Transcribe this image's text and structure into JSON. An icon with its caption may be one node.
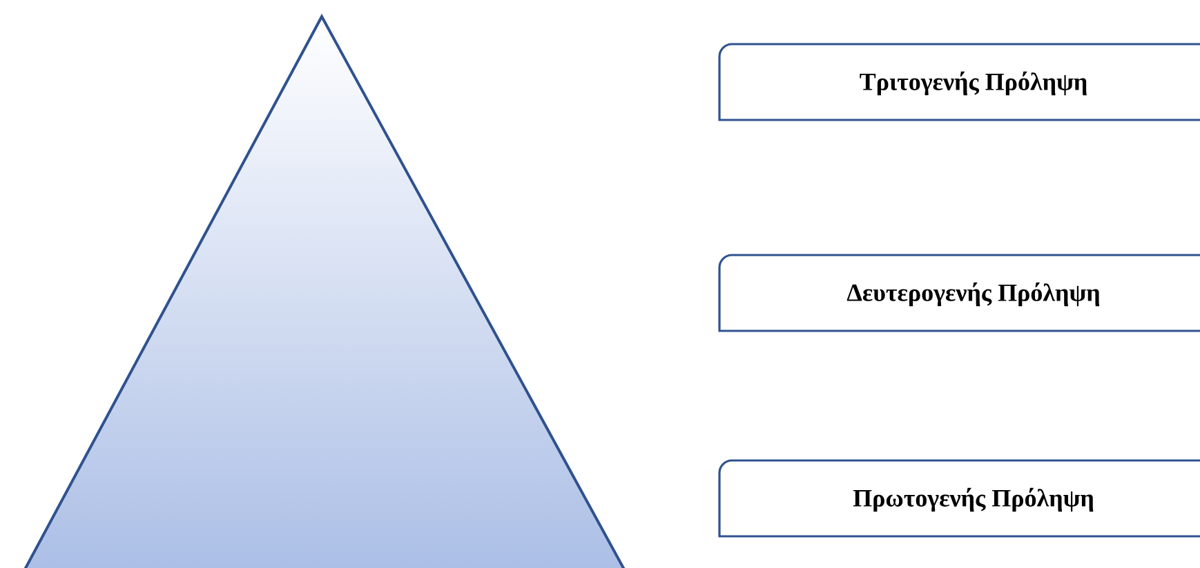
{
  "diagram": {
    "nodes": [
      {
        "text": [
          "Τριτογενής Πρόληψη"
        ]
      },
      {
        "text": [
          "Δευτερογενής Πρόληψη"
        ]
      },
      {
        "text": [
          "Πρωτογενής Πρόληψη"
        ]
      }
    ]
  }
}
